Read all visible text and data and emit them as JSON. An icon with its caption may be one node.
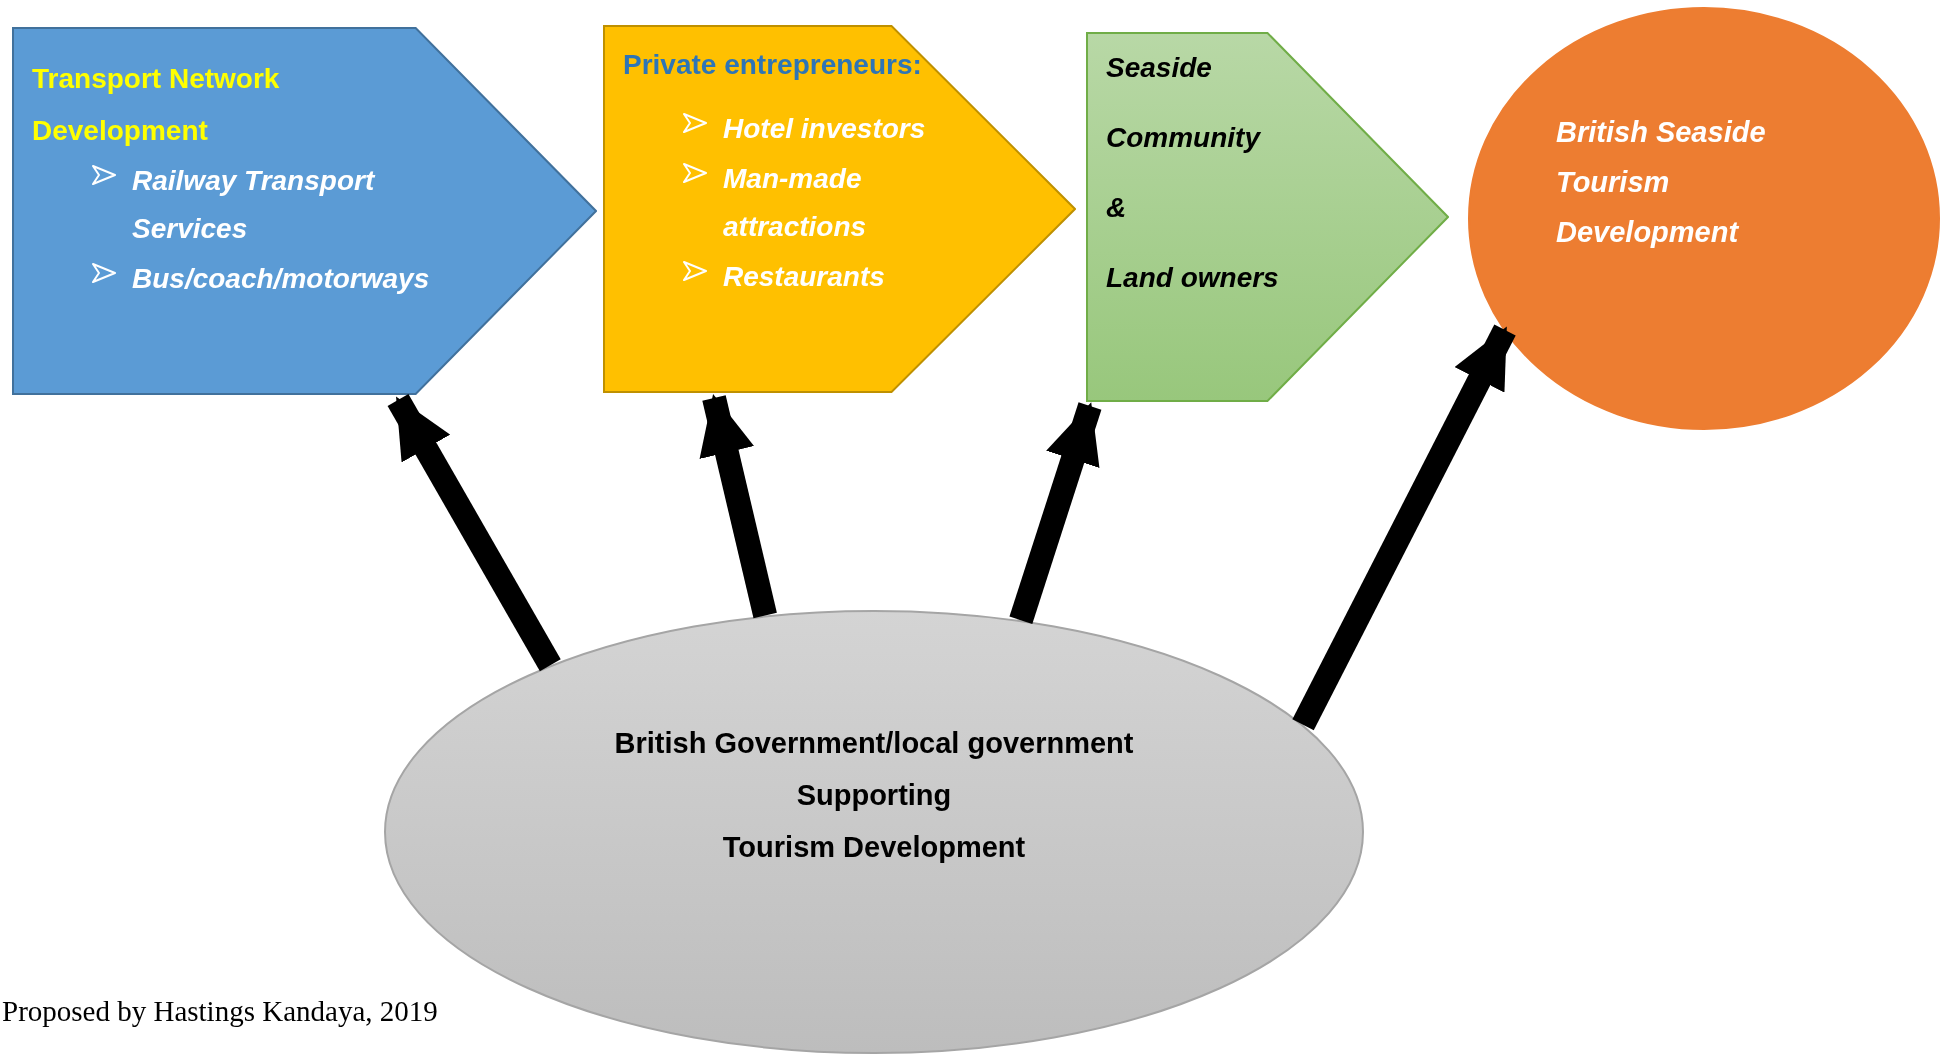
{
  "diagram": {
    "nodes": [
      {
        "text": [
          "Transport Network Development",
          "Railway Transport Services",
          "Bus/coach/motorways"
        ]
      },
      {
        "text": [
          "Private entrepreneurs:",
          "Hotel investors",
          "Man-made attractions",
          "Restaurants"
        ]
      },
      {
        "text": [
          "Seaside",
          "Community",
          "&",
          "Land owners"
        ]
      },
      {
        "text": [
          "British Seaside Tourism Development"
        ]
      },
      {
        "text": [
          "British Government/local government",
          "Supporting",
          "Tourism Development"
        ]
      }
    ],
    "edges": [
      {
        "from": 4,
        "to": 0,
        "arrow": "to"
      },
      {
        "from": 4,
        "to": 1,
        "arrow": "to"
      },
      {
        "from": 4,
        "to": 2,
        "arrow": "to"
      },
      {
        "from": 4,
        "to": 3,
        "arrow": "to"
      }
    ],
    "labels": [
      "Proposed by Hastings Kandaya, 2019"
    ]
  }
}
